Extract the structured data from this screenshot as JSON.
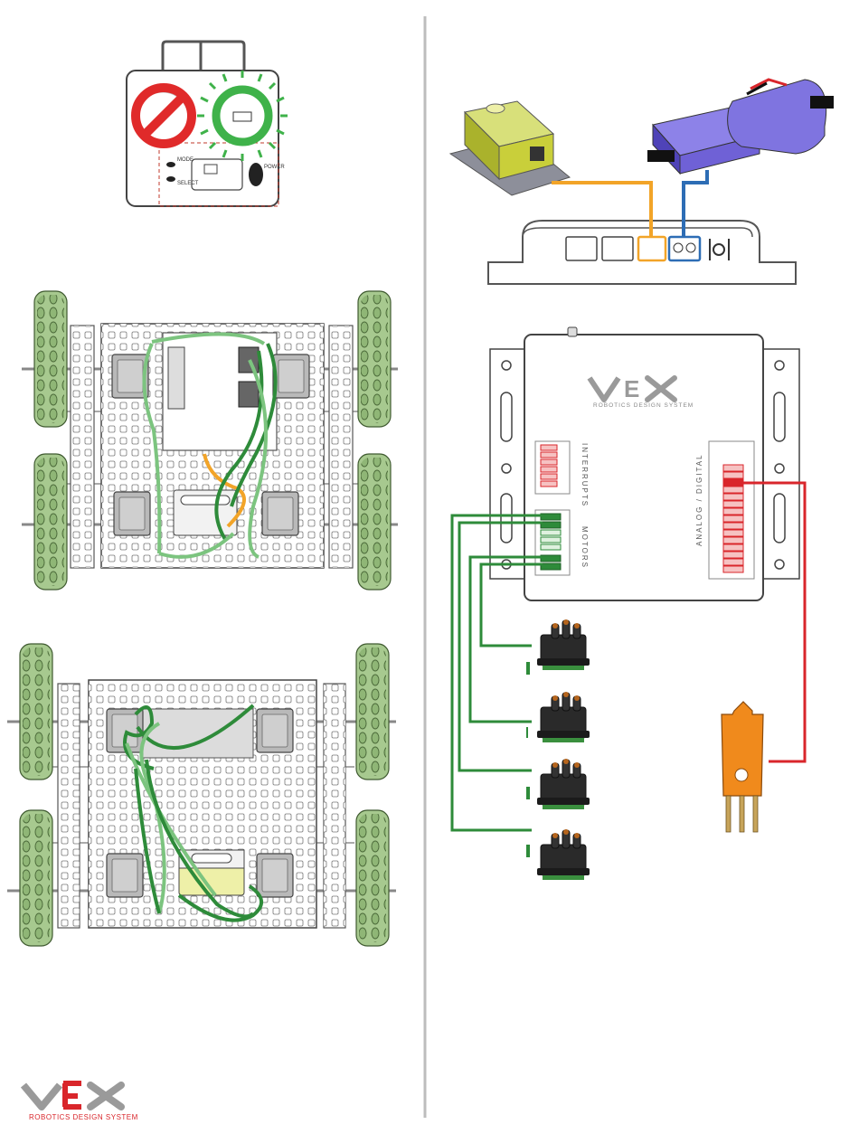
{
  "brand": {
    "name": "VEX",
    "tagline": "ROBOTICS DESIGN SYSTEM"
  },
  "controller": {
    "mode_label": "MODE",
    "select_label": "SELECT",
    "power_label": "POWER"
  },
  "microcontroller": {
    "interrupts_label": "INTERRUPTS",
    "motors_label": "MOTORS",
    "analog_digital_label": "ANALOG / DIGITAL"
  },
  "colors": {
    "wire_green": "#2e8b3a",
    "wire_green_light": "#7cc47f",
    "wire_orange": "#f2a428",
    "wire_blue": "#2d6db5",
    "wire_red": "#d9262b",
    "wheel_green": "#a7c98f",
    "receiver_yellow": "#c9cf3a",
    "battery_purple": "#6f61d6",
    "sensor_orange": "#f08a1c",
    "prohibit_red": "#e02a2a",
    "ok_green": "#3fb24a"
  }
}
